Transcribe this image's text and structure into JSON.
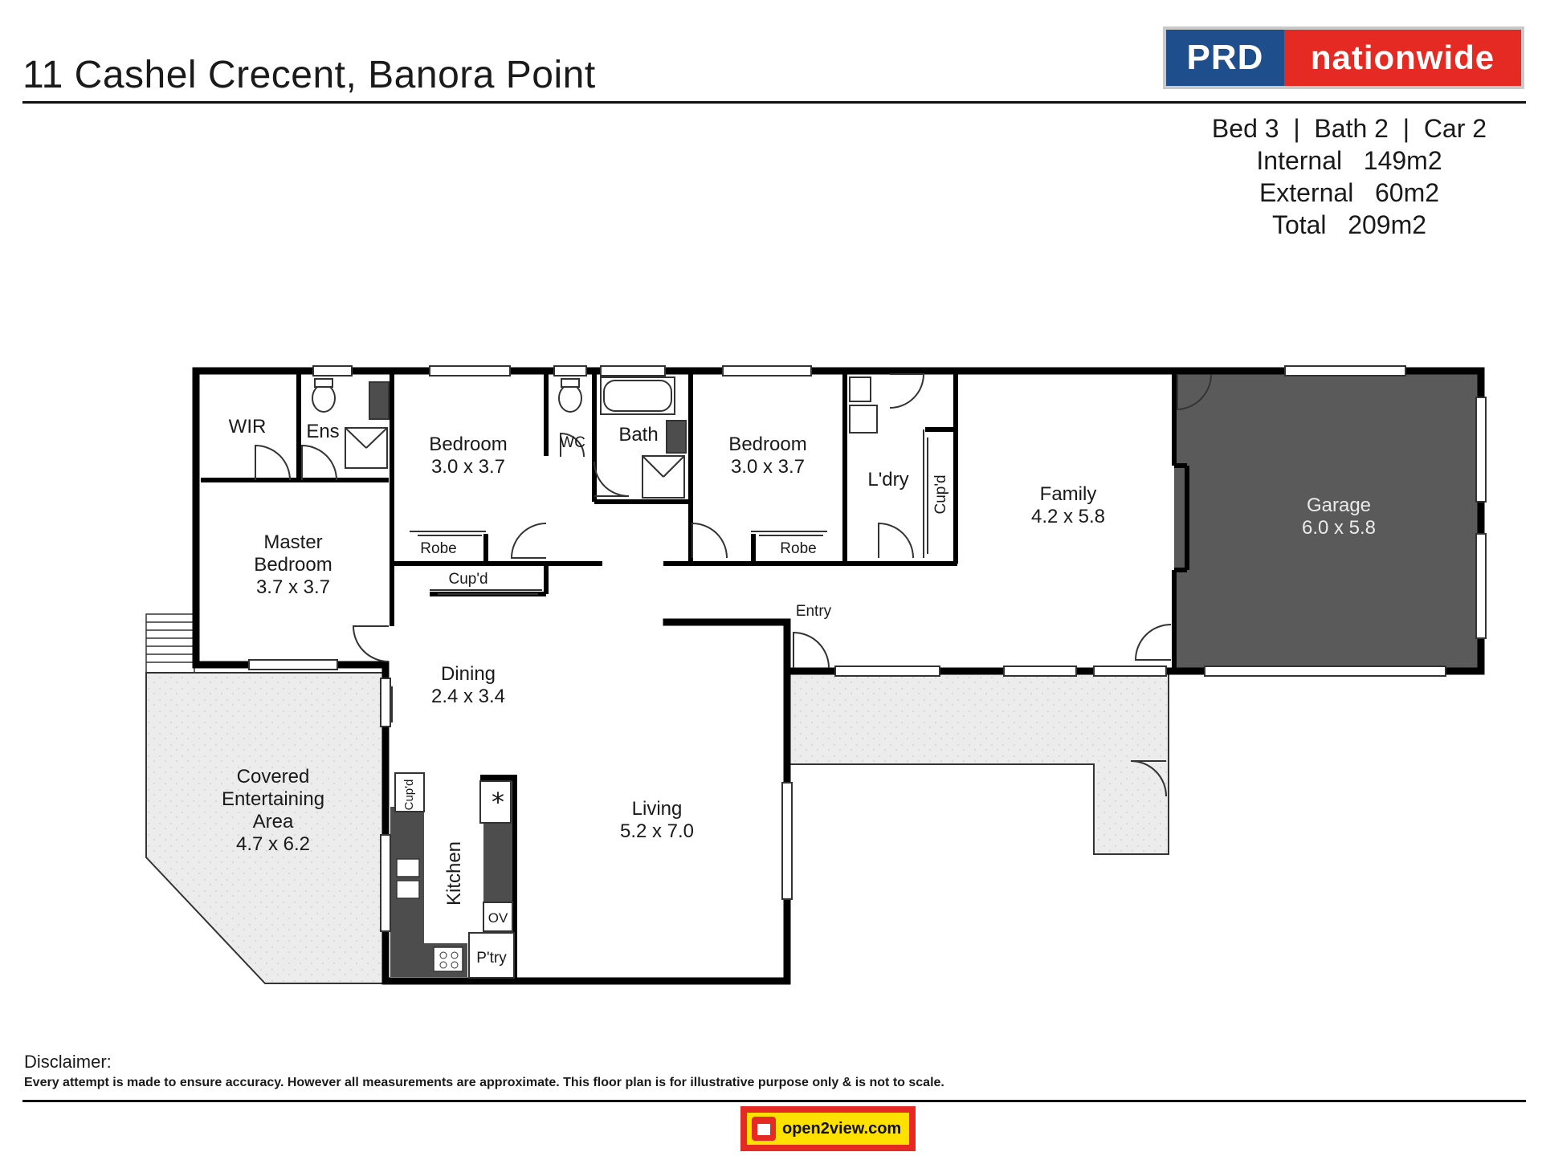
{
  "header": {
    "address": "11 Cashel Crecent, Banora Point",
    "logo": {
      "left_text": "PRD",
      "right_text": "nationwide",
      "left_color": "#1f4e8c",
      "right_color": "#e42a22"
    }
  },
  "stats": {
    "summary": "Bed 3  |  Bath 2  |  Car 2",
    "internal": "Internal   149m2",
    "external": "External   60m2",
    "total": "Total   209m2"
  },
  "rooms": {
    "wir": "WIR",
    "ens": "Ens",
    "bedroom1": {
      "name": "Bedroom",
      "size": "3.0 x 3.7"
    },
    "robe1": "Robe",
    "wc": "WC",
    "bath": "Bath",
    "bedroom2": {
      "name": "Bedroom",
      "size": "3.0 x 3.7"
    },
    "robe2": "Robe",
    "laundry": "L'dry",
    "laundry_cupd": "Cup'd",
    "family": {
      "name": "Family",
      "size": "4.2 x 5.8"
    },
    "garage": {
      "name": "Garage",
      "size": "6.0 x 5.8"
    },
    "master": {
      "name1": "Master",
      "name2": "Bedroom",
      "size": "3.7 x 3.7"
    },
    "hall_cupd": "Cup'd",
    "entry": "Entry",
    "dining": {
      "name": "Dining",
      "size": "2.4 x 3.4"
    },
    "covered": {
      "line1": "Covered",
      "line2": "Entertaining",
      "line3": "Area",
      "size": "4.7 x 6.2"
    },
    "kitchen": "Kitchen",
    "kitchen_cupd": "Cup'd",
    "oven": "OV",
    "pantry": "P'try",
    "living": {
      "name": "Living",
      "size": "5.2 x 7.0"
    }
  },
  "colors": {
    "wall": "#000000",
    "garage_fill": "#5a5a5a",
    "outdoor_fill": "#ececec",
    "bench": "#4d4d4d"
  },
  "footer": {
    "disclaimer_title": "Disclaimer:",
    "disclaimer_text": "Every attempt is made to ensure accuracy. However all measurements are approximate. This floor plan is for illustrative purpose only & is not to scale.",
    "brand": "open2view.com"
  }
}
